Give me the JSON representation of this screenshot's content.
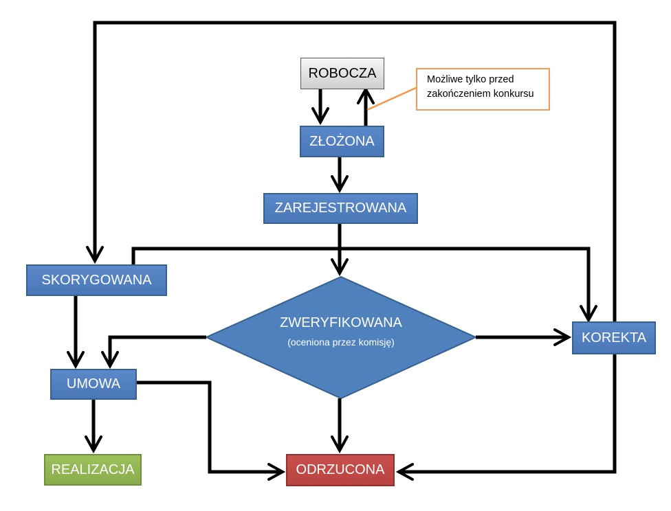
{
  "nodes": {
    "robocza": "ROBOCZA",
    "zlozona": "ZŁOŻONA",
    "zarejestrowana": "ZAREJESTROWANA",
    "skorygowana": "SKORYGOWANA",
    "zweryfikowana": "ZWERYFIKOWANA",
    "zweryfikowana_sub": "(oceniona przez komisję)",
    "korekta": "KOREKTA",
    "umowa": "UMOWA",
    "realizacja": "REALIZACJA",
    "odrzucona": "ODRZUCONA"
  },
  "note": {
    "line1": "Możliwe tylko przed",
    "line2": "zakończeniem  konkursu"
  },
  "colors": {
    "process": "#4f81bd",
    "start": "#d9d9d9",
    "success": "#9bbb59",
    "rejected": "#c0504d",
    "note_border": "#f79646",
    "arrow": "#000000"
  }
}
